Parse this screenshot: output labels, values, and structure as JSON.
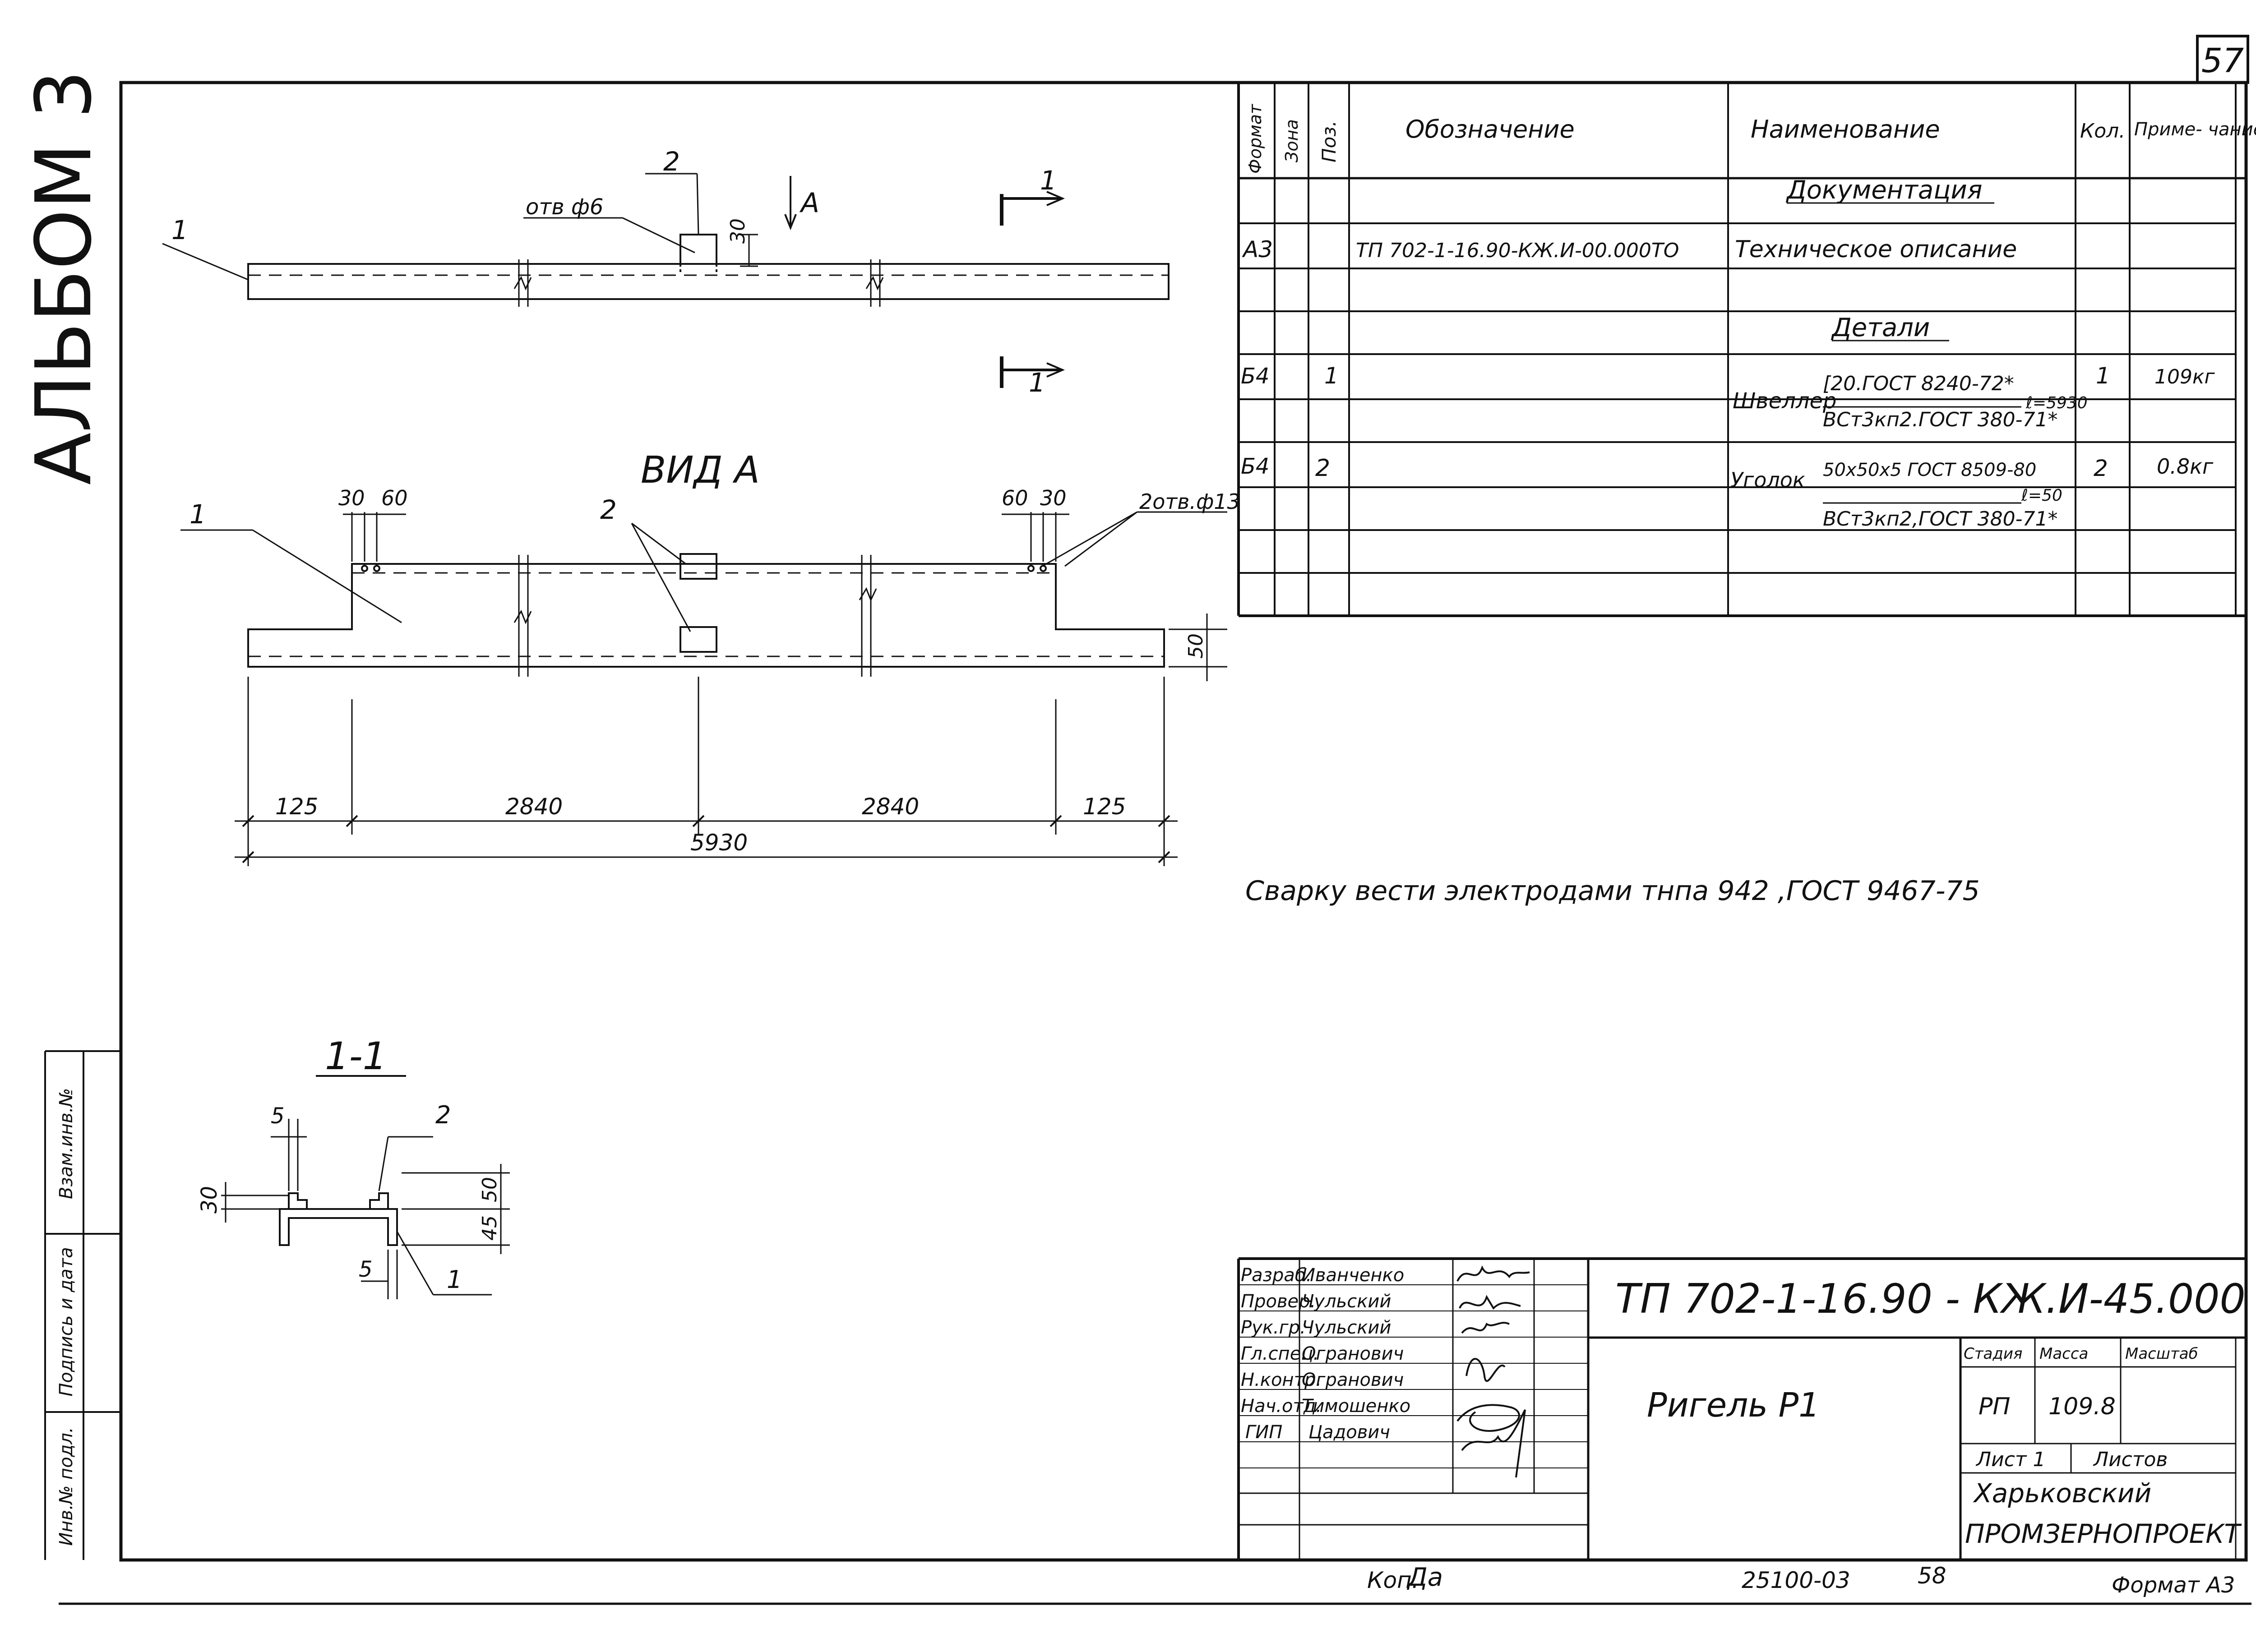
{
  "sheet": {
    "page_number": "57",
    "album": "АЛЬБОМ 3"
  },
  "side_stamp": {
    "col1": "Инв.№ подл.",
    "col2": "Подпись и дата",
    "col3": "Взам.инв.№"
  },
  "drawing": {
    "top": {
      "callout_1": "1",
      "callout_2": "2",
      "hole": "отв ф6",
      "dim_30": "30",
      "view_a": "А",
      "section_1": "1",
      "section_1b": "1"
    },
    "view_a": {
      "title": "ВИД А",
      "callout_1": "1",
      "callout_2": "2",
      "dim_30a": "30",
      "dim_60a": "60",
      "dim_60b": "60",
      "dim_30b": "30",
      "holes": "2отв.ф13",
      "dim_50": "50",
      "dim_125a": "125",
      "dim_2840a": "2840",
      "dim_2840b": "2840",
      "dim_125b": "125",
      "dim_total": "5930"
    },
    "section": {
      "title": "1-1",
      "dim_5a": "5",
      "callout_2": "2",
      "dim_30": "30",
      "dim_50": "50",
      "dim_45": "45",
      "dim_5b": "5",
      "callout_1": "1"
    },
    "note": "Сварку вести электродами тнпа 942 ,ГОСТ 9467-75"
  },
  "spec": {
    "headers": {
      "format": "Формат",
      "zone": "Зона",
      "pos": "Поз.",
      "designation": "Обозначение",
      "name": "Наименование",
      "qty": "Кол.",
      "note": "Приме- чание"
    },
    "section_docs": "Документация",
    "doc_format": "А3",
    "doc_designation": "ТП 702-1-16.90-КЖ.И-00.000ТО",
    "doc_name": "Техническое описание",
    "section_parts": "Детали",
    "items": [
      {
        "format": "Б4",
        "pos": "1",
        "name_main": "Швеллер",
        "name_line1": "[20.ГОСТ 8240-72*",
        "name_len": "ℓ=5930",
        "name_line2": "ВСт3кп2.ГОСТ 380-71*",
        "qty": "1",
        "note": "109кг"
      },
      {
        "format": "Б4",
        "pos": "2",
        "name_main": "Уголок",
        "name_line1": "50х50х5 ГОСТ 8509-80",
        "name_len": "ℓ=50",
        "name_line2": "ВСт3кп2,ГОСТ 380-71*",
        "qty": "2",
        "note": "0.8кг"
      }
    ]
  },
  "title_block": {
    "code": "ТП 702-1-16.90 - КЖ.И-45.000",
    "object_name": "Ригель Р1",
    "roles": [
      {
        "role": "Разраб.",
        "name": "Иванченко"
      },
      {
        "role": "Провер.",
        "name": "Чульский"
      },
      {
        "role": "Рук.гр.",
        "name": "Чульский"
      },
      {
        "role": "Гл.спец.",
        "name": "Огранович"
      },
      {
        "role": "Н.контр.",
        "name": "Огранович"
      },
      {
        "role": "Нач.отд.",
        "name": "Тимошенко"
      },
      {
        "role": "ГИП",
        "name": "Цадович"
      }
    ],
    "stage_label": "Стадия",
    "mass_label": "Масса",
    "scale_label": "Масштаб",
    "stage": "РП",
    "mass": "109.8",
    "sheet_label": "Лист 1",
    "sheets_label": "Листов",
    "org_line1": "Харьковский",
    "org_line2": "ПРОМЗЕРНОПРОЕКТ"
  },
  "footer": {
    "copy": "Коп.",
    "copy_sign": "Да",
    "archive": "25100-03",
    "archive_sheet": "58",
    "format": "Формат А3"
  }
}
